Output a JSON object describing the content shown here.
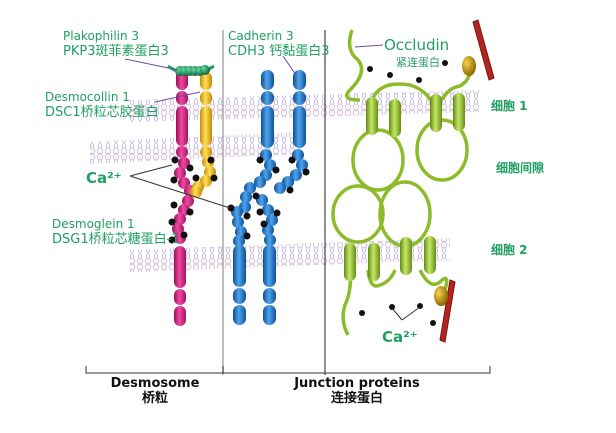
{
  "labels": {
    "plakophilin": {
      "en": "Plakophilin 3",
      "cn": "PKP3斑菲素蛋白3"
    },
    "desmocollin": {
      "en": "Desmocollin 1",
      "cn": "DSC1桥粒芯胶蛋白"
    },
    "desmoglein": {
      "en": "Desmoglein 1",
      "cn": "DSG1桥粒芯糖蛋白-1"
    },
    "cadherin": {
      "en": "Cadherin 3",
      "cn": "CDH3 钙黏蛋白3"
    },
    "occludin": {
      "en": "Occludin",
      "cn": "紧连蛋白"
    },
    "calcium_left": "Ca²⁺",
    "calcium_right": "Ca²⁺",
    "cell1": "细胞 1",
    "intercellular_space": "细胞间隙",
    "cell2": "细胞 2"
  },
  "footer": {
    "desmosome": {
      "en": "Desmosome",
      "cn": "桥粒"
    },
    "junction": {
      "en": "Junction proteins",
      "cn": "连接蛋白"
    }
  },
  "colors": {
    "label_green": "#1f9f62",
    "desmocollin_magenta": "#d81b7f",
    "desmoglein_yellow": "#f2c014",
    "cadherin_blue": "#1b74c9",
    "occludin_green": "#8dbb2a",
    "plakophilin_green": "#1a7a4a",
    "membrane_lavender": "#b9a6dc",
    "actin_red": "#b3261e",
    "zo_gold": "#c79a14"
  }
}
